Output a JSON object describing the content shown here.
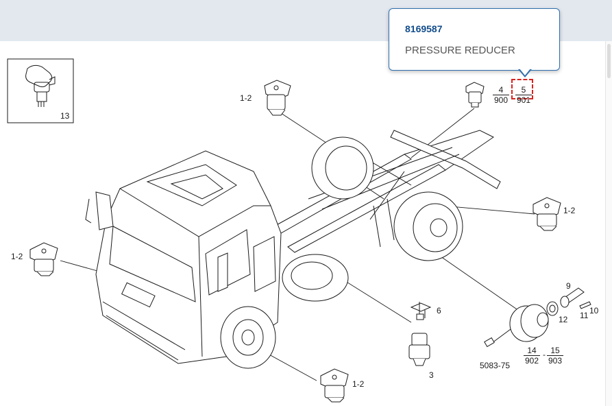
{
  "tooltip": {
    "part_number": "8169587",
    "description": "PRESSURE REDUCER"
  },
  "callouts": {
    "inset_13": "13",
    "top_left_valve": "1-2",
    "right_valve": "1-2",
    "left_valve": "1-2",
    "bottom_valve": "1-2",
    "item_6": "6",
    "item_3": "3",
    "item_9": "9",
    "item_10": "10",
    "item_11": "11",
    "item_12": "12",
    "item_5083": "5083-75"
  },
  "fractions": {
    "f4": {
      "num": "4",
      "den": "900"
    },
    "f5": {
      "num": "5",
      "den": "901"
    },
    "f14": {
      "num": "14",
      "den": "902"
    },
    "f15": {
      "num": "15",
      "den": "903"
    }
  },
  "colors": {
    "accent": "#114c8c",
    "highlight": "#d9221e",
    "border": "#2f6fae"
  }
}
